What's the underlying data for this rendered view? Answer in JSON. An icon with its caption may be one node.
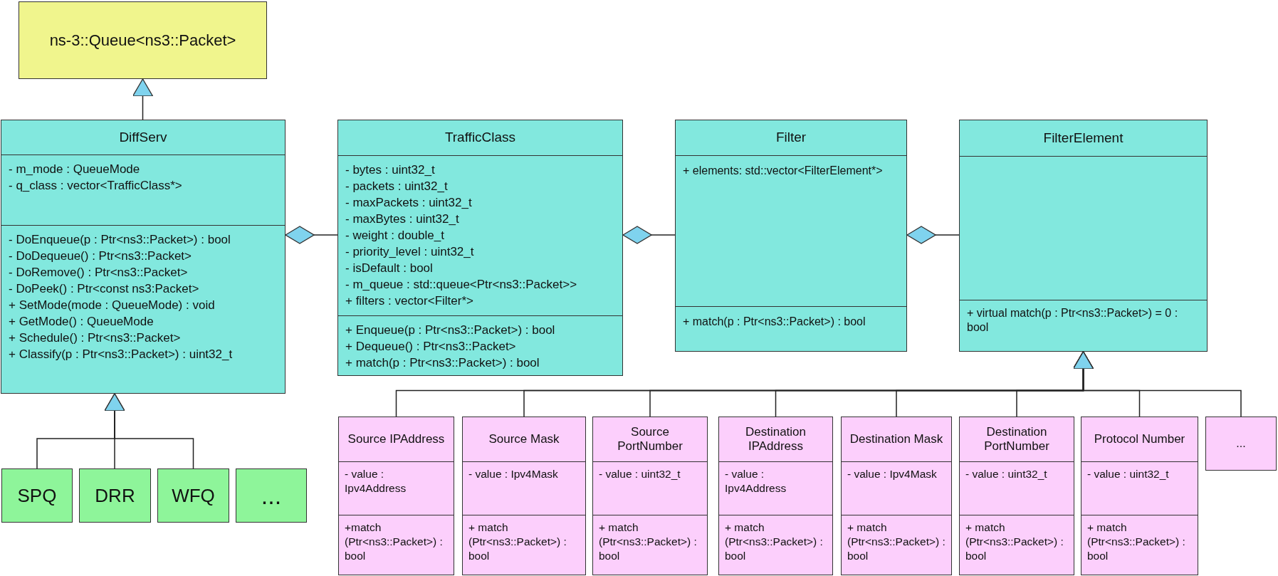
{
  "diagram": {
    "nodes": [
      {
        "text": [
          "ns-3::Queue<ns3::Packet>"
        ]
      },
      {
        "text": [
          "DiffServ",
          "- m_mode : QueueMode",
          "- q_class : vector<TrafficClass*>",
          "- DoEnqueue(p : Ptr<ns3::Packet>) : bool",
          "- DoDequeue() : Ptr<ns3::Packet>",
          "- DoRemove() : Ptr<ns3::Packet>",
          "- DoPeek() : Ptr<const ns3:Packet>",
          "+ SetMode(mode : QueueMode) : void",
          "+ GetMode() : QueueMode",
          "+ Schedule() : Ptr<ns3::Packet>",
          "+ Classify(p : Ptr<ns3::Packet>) : uint32_t"
        ]
      },
      {
        "text": [
          "TrafficClass",
          "- bytes : uint32_t",
          "- packets : uint32_t",
          "- maxPackets : uint32_t",
          "- maxBytes : uint32_t",
          "- weight : double_t",
          "- priority_level : uint32_t",
          "- isDefault : bool",
          "- m_queue : std::queue<Ptr<ns3::Packet>>",
          "+ filters : vector<Filter*>",
          "+ Enqueue(p : Ptr<ns3::Packet>) : bool",
          "+ Dequeue() : Ptr<ns3::Packet>",
          "+ match(p : Ptr<ns3::Packet>) : bool"
        ]
      },
      {
        "text": [
          "Filter",
          "+ elements: std::vector<FilterElement*>",
          "+ match(p : Ptr<ns3::Packet>) : bool"
        ]
      },
      {
        "text": [
          "FilterElement",
          "+ virtual match(p : Ptr<ns3::Packet>) = 0 : bool"
        ]
      },
      {
        "text": [
          "Source IPAddress",
          "- value : Ipv4Address",
          "+match (Ptr<ns3::Packet>) : bool"
        ]
      },
      {
        "text": [
          "Source Mask",
          "- value : Ipv4Mask",
          "+ match (Ptr<ns3::Packet>) : bool"
        ]
      },
      {
        "text": [
          "Source PortNumber",
          "- value : uint32_t",
          "+ match (Ptr<ns3::Packet>) : bool"
        ]
      },
      {
        "text": [
          "Destination IPAddress",
          "- value : Ipv4Address",
          "+ match (Ptr<ns3::Packet>) : bool"
        ]
      },
      {
        "text": [
          "Destination Mask",
          "- value : Ipv4Mask",
          "+ match (Ptr<ns3::Packet>) : bool"
        ]
      },
      {
        "text": [
          "Destination PortNumber",
          "- value : uint32_t",
          "+ match (Ptr<ns3::Packet>) : bool"
        ]
      },
      {
        "text": [
          "Protocol Number",
          "- value : uint32_t",
          "+ match (Ptr<ns3::Packet>) : bool"
        ]
      },
      {
        "text": [
          "..."
        ]
      },
      {
        "text": [
          "SPQ"
        ]
      },
      {
        "text": [
          "DRR"
        ]
      },
      {
        "text": [
          "WFQ"
        ]
      },
      {
        "text": [
          "..."
        ]
      }
    ],
    "edges": [
      {
        "from": 1,
        "to": 0,
        "arrow": "to"
      },
      {
        "from": 1,
        "to": 2,
        "arrow": "other"
      },
      {
        "from": 2,
        "to": 3,
        "arrow": "other"
      },
      {
        "from": 3,
        "to": 4,
        "arrow": "other"
      },
      {
        "from": 5,
        "to": 4,
        "arrow": "to"
      },
      {
        "from": 6,
        "to": 4,
        "arrow": "to"
      },
      {
        "from": 7,
        "to": 4,
        "arrow": "to"
      },
      {
        "from": 8,
        "to": 4,
        "arrow": "to"
      },
      {
        "from": 9,
        "to": 4,
        "arrow": "to"
      },
      {
        "from": 10,
        "to": 4,
        "arrow": "to"
      },
      {
        "from": 11,
        "to": 4,
        "arrow": "to"
      },
      {
        "from": 12,
        "to": 4,
        "arrow": "to"
      },
      {
        "from": 13,
        "to": 1,
        "arrow": "to"
      },
      {
        "from": 14,
        "to": 1,
        "arrow": "to"
      },
      {
        "from": 15,
        "to": 1,
        "arrow": "to"
      }
    ]
  }
}
